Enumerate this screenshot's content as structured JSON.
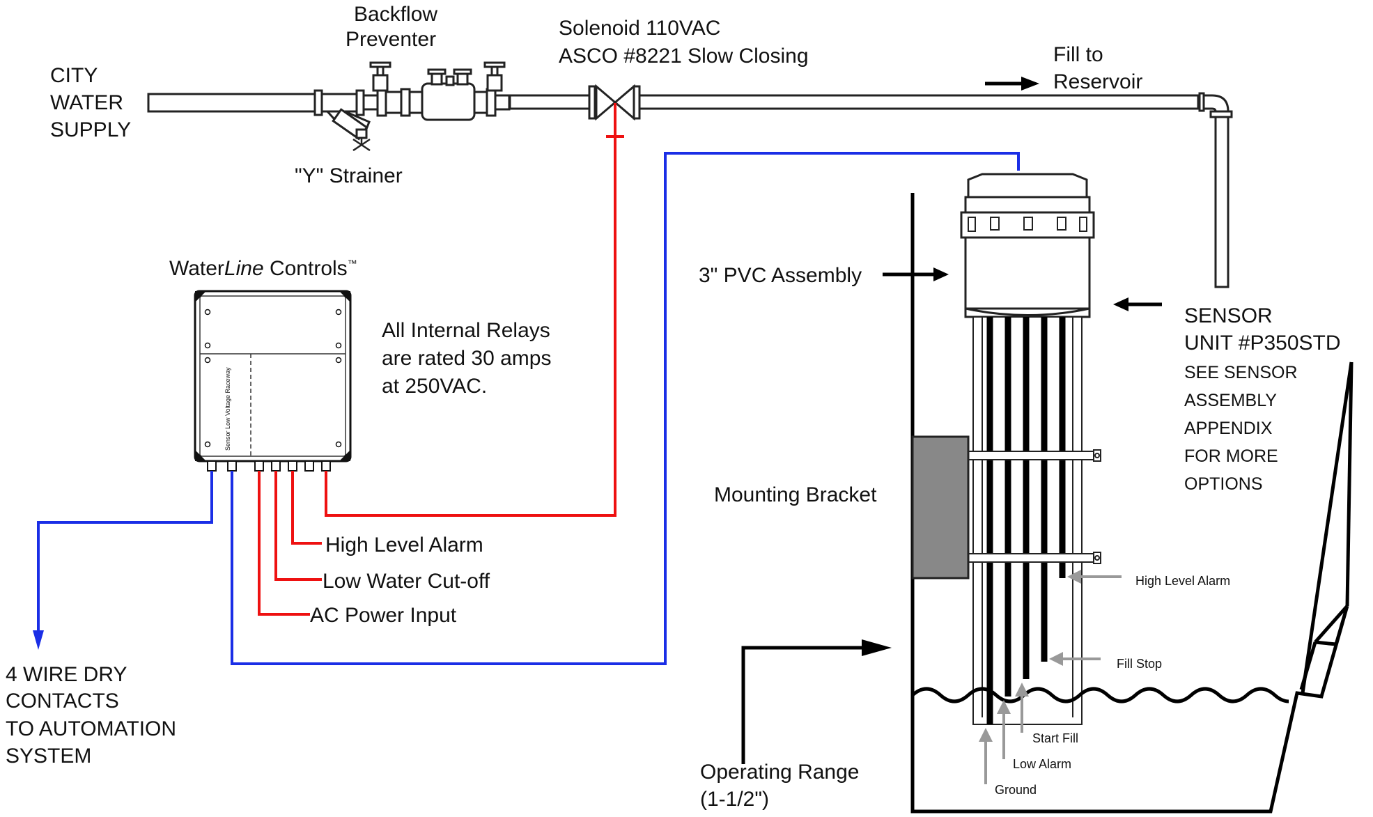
{
  "supply": {
    "line1": "CITY",
    "line2": "WATER",
    "line3": "SUPPLY"
  },
  "backflow": {
    "line1": "Backflow",
    "line2": "Preventer"
  },
  "strainer": {
    "label": "\"Y\" Strainer"
  },
  "solenoid": {
    "line1": "Solenoid 110VAC",
    "line2": "ASCO #8221 Slow Closing"
  },
  "fill": {
    "line1": "Fill to",
    "line2": "Reservoir"
  },
  "controls": {
    "title_prefix": "Water",
    "title_italic": "Line",
    "title_suffix": " Controls",
    "trademark": "™",
    "raceway": "Sensor Low Voltage Raceway"
  },
  "relays": {
    "line1": "All Internal Relays",
    "line2": "are rated 30 amps",
    "line3": "at 250VAC."
  },
  "wires": {
    "high_level": "High Level Alarm",
    "low_water": "Low Water Cut-off",
    "ac_power": "AC Power Input"
  },
  "dry_contacts": {
    "line1": "4 WIRE DRY",
    "line2": "CONTACTS",
    "line3": "TO AUTOMATION",
    "line4": "SYSTEM"
  },
  "pvc": {
    "label": "3\" PVC Assembly"
  },
  "bracket": {
    "label": "Mounting Bracket"
  },
  "sensor": {
    "line1": "SENSOR",
    "line2": "UNIT  #P350STD",
    "line3": "SEE SENSOR",
    "line4": "ASSEMBLY",
    "line5": "APPENDIX",
    "line6": "FOR MORE",
    "line7": "OPTIONS"
  },
  "probes": {
    "high_level": "High Level Alarm",
    "fill_stop": "Fill Stop",
    "start_fill": "Start Fill",
    "low_alarm": "Low Alarm",
    "ground": "Ground"
  },
  "range": {
    "line1": "Operating Range",
    "line2": "(1-1/2\")"
  },
  "colors": {
    "signal_wire": "#1a2ee6",
    "power_wire": "#ee1111",
    "indicator": "#999999",
    "bracket": "#888888"
  }
}
